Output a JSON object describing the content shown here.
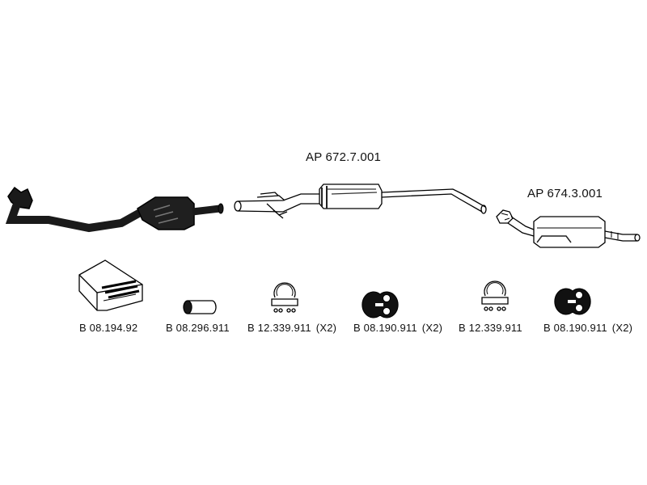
{
  "assemblies": [
    {
      "code": "AP 672.7.001"
    },
    {
      "code": "AP 674.3.001"
    }
  ],
  "parts": [
    {
      "code": "B 08.194.92",
      "qty": "",
      "icon": "mounting-kit-box-icon"
    },
    {
      "code": "B 08.296.911",
      "qty": "",
      "icon": "pipe-sleeve-icon"
    },
    {
      "code": "B 12.339.911",
      "qty": "(X2)",
      "icon": "exhaust-clamp-icon"
    },
    {
      "code": "B 08.190.911",
      "qty": "(X2)",
      "icon": "rubber-hanger-icon"
    },
    {
      "code": "B 12.339.911",
      "qty": "",
      "icon": "exhaust-clamp-icon"
    },
    {
      "code": "B 08.190.911",
      "qty": "(X2)",
      "icon": "rubber-hanger-icon"
    }
  ],
  "components": [
    {
      "icon": "front-pipe-catalytic-converter-icon"
    },
    {
      "icon": "center-muffler-pipe-icon"
    },
    {
      "icon": "rear-muffler-icon"
    }
  ]
}
